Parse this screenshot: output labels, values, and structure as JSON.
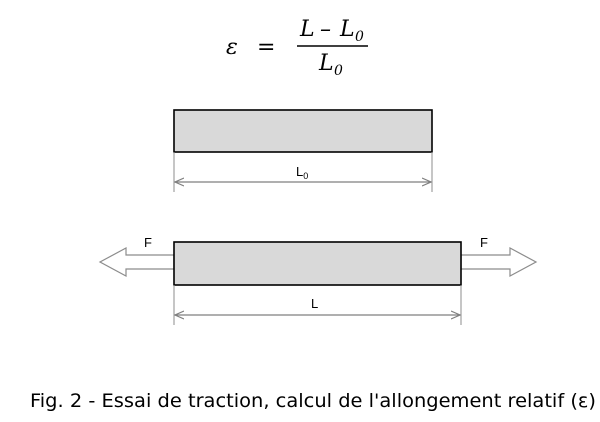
{
  "formula": {
    "lhs": "ε",
    "equals": "=",
    "numerator_var": "L",
    "numerator_minus": "–",
    "numerator_L": "L",
    "numerator_sub": "0",
    "denominator_L": "L",
    "denominator_sub": "0"
  },
  "bar_initial": {
    "dimension_label": "L",
    "dimension_sub": "0"
  },
  "bar_stretched": {
    "force_left": "F",
    "force_right": "F",
    "dimension_label": "L"
  },
  "caption": "Fig. 2 - Essai de traction, calcul de l'allongement relatif (ε)",
  "colors": {
    "bar_fill": "#d9d9d9",
    "stroke": "#000000",
    "dimension_line": "#7f7f7f",
    "arrow_stroke": "#8c8c8c"
  }
}
